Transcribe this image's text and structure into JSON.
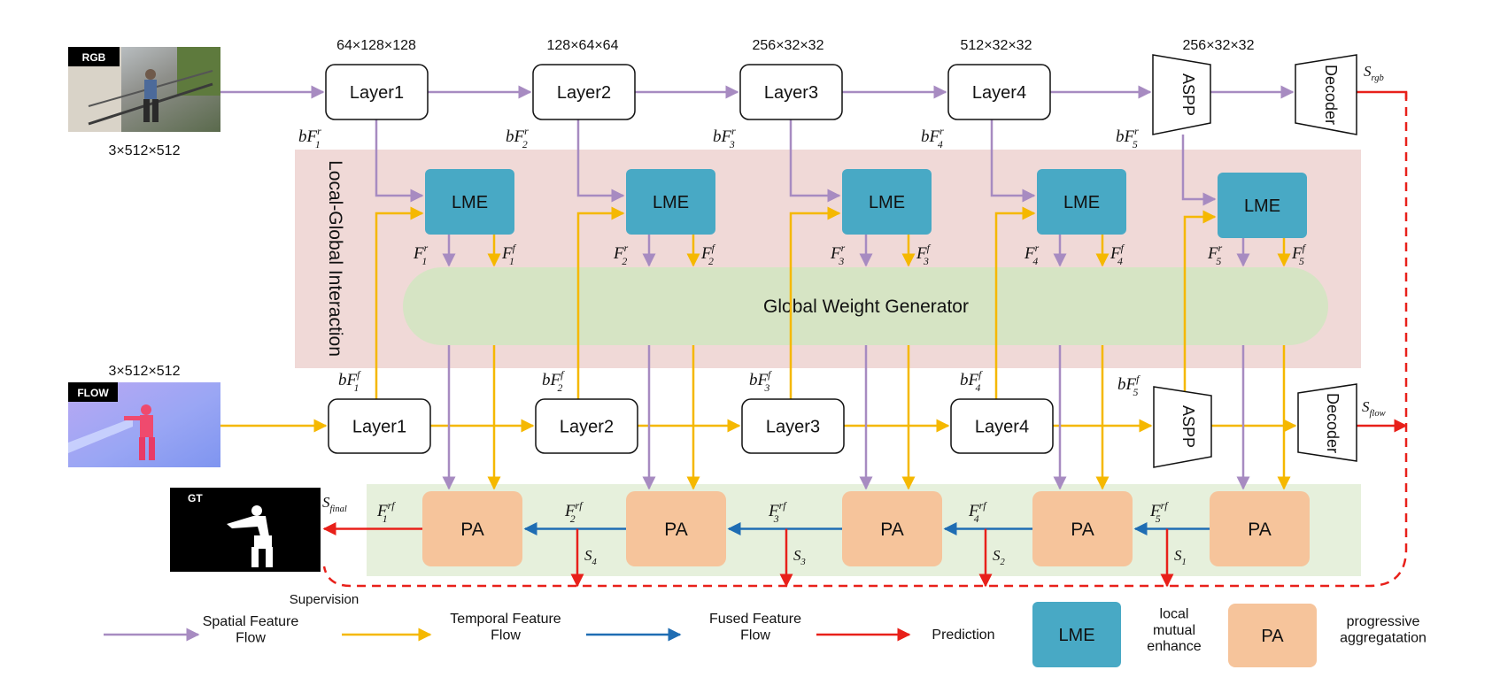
{
  "colors": {
    "spatial": "#a78bc1",
    "temporal": "#f5b800",
    "fused": "#1f6db3",
    "prediction": "#e8201a",
    "lme": "#48a9c5",
    "pa": "#f6c49b",
    "gwg": "#d6e4c4",
    "interaction_bg": "#f0d9d7",
    "pa_bg": "#e6f0dc"
  },
  "inputs": {
    "rgb": {
      "tag": "RGB",
      "dims": "3×512×512",
      "picture": "outdoor-scene-person-on-bridge"
    },
    "flow": {
      "tag": "FLOW",
      "dims": "3×512×512",
      "picture": "optical-flow-map"
    },
    "gt": {
      "tag": "GT",
      "picture": "binary-silhouette-mask"
    }
  },
  "rgb_branch": {
    "layers": [
      {
        "label": "Layer1",
        "dims": "64×128×128",
        "feature": "bF",
        "sup": "r",
        "sub": "1"
      },
      {
        "label": "Layer2",
        "dims": "128×64×64",
        "feature": "bF",
        "sup": "r",
        "sub": "2"
      },
      {
        "label": "Layer3",
        "dims": "256×32×32",
        "feature": "bF",
        "sup": "r",
        "sub": "3"
      },
      {
        "label": "Layer4",
        "dims": "512×32×32",
        "feature": "bF",
        "sup": "r",
        "sub": "4"
      }
    ],
    "aspp": {
      "label": "ASPP",
      "dims": "256×32×32",
      "feature": "bF",
      "sup": "r",
      "sub": "5"
    },
    "decoder": {
      "label": "Decoder",
      "output": "S",
      "output_sub": "rgb"
    }
  },
  "flow_branch": {
    "layers": [
      {
        "label": "Layer1",
        "feature": "bF",
        "sup": "f",
        "sub": "1"
      },
      {
        "label": "Layer2",
        "feature": "bF",
        "sup": "f",
        "sub": "2"
      },
      {
        "label": "Layer3",
        "feature": "bF",
        "sup": "f",
        "sub": "3"
      },
      {
        "label": "Layer4",
        "feature": "bF",
        "sup": "f",
        "sub": "4"
      }
    ],
    "aspp": {
      "label": "ASPP",
      "feature": "bF",
      "sup": "f",
      "sub": "5"
    },
    "decoder": {
      "label": "Decoder",
      "output": "S",
      "output_sub": "flow"
    }
  },
  "interaction": {
    "title": "Local-Global Interaction",
    "lme_label": "LME",
    "lme_outputs": [
      {
        "r": "F",
        "r_sup": "r",
        "f": "F",
        "f_sup": "f",
        "sub": "1"
      },
      {
        "r": "F",
        "r_sup": "r",
        "f": "F",
        "f_sup": "f",
        "sub": "2"
      },
      {
        "r": "F",
        "r_sup": "r",
        "f": "F",
        "f_sup": "f",
        "sub": "3"
      },
      {
        "r": "F",
        "r_sup": "r",
        "f": "F",
        "f_sup": "f",
        "sub": "4"
      },
      {
        "r": "F",
        "r_sup": "r",
        "f": "F",
        "f_sup": "f",
        "sub": "5"
      }
    ],
    "global_label": "Global Weight Generator"
  },
  "aggregation": {
    "pa_label": "PA",
    "fused": [
      {
        "sym": "F",
        "sup": "rf",
        "sub": "1"
      },
      {
        "sym": "F",
        "sup": "rf",
        "sub": "2"
      },
      {
        "sym": "F",
        "sup": "rf",
        "sub": "3"
      },
      {
        "sym": "F",
        "sup": "rf",
        "sub": "4"
      },
      {
        "sym": "F",
        "sup": "rf",
        "sub": "5"
      }
    ],
    "side_outputs": [
      {
        "sym": "S",
        "sub": "4"
      },
      {
        "sym": "S",
        "sub": "3"
      },
      {
        "sym": "S",
        "sub": "2"
      },
      {
        "sym": "S",
        "sub": "1"
      }
    ],
    "final": {
      "sym": "S",
      "sub": "final"
    },
    "supervision": "Supervision"
  },
  "legend": {
    "spatial": "Spatial Feature Flow",
    "temporal": "Temporal Feature Flow",
    "fused": "Fused Feature Flow",
    "prediction": "Prediction",
    "lme_box": "LME",
    "lme_desc": "local mutual enhance",
    "pa_box": "PA",
    "pa_desc": "progressive aggregatation"
  }
}
